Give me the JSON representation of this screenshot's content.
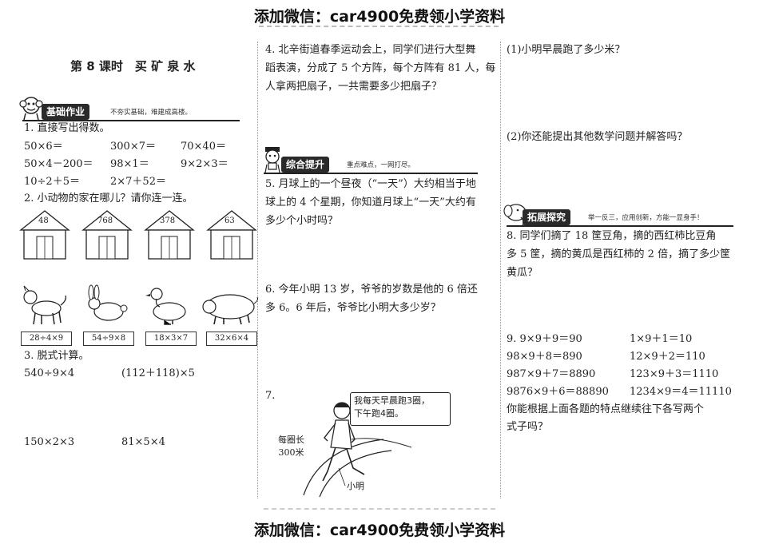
{
  "watermark": "添加微信：car4900免费领小学资料",
  "lesson_title": "第 8 课时　买 矿 泉 水",
  "sections": {
    "basic": {
      "badge": "基础作业",
      "note": "不夯实基础，难建成高楼。"
    },
    "comprehensive": {
      "badge": "综合提升",
      "note": "重点难点，一网打尽。"
    },
    "extension": {
      "badge": "拓展探究",
      "note": "举一反三，应用创新，方能一显身手！"
    }
  },
  "q1": {
    "title": "1. 直接写出得数。",
    "rows": [
      [
        "50×6＝",
        "300×7＝",
        "70×40＝"
      ],
      [
        "50×4－200＝",
        "98×1＝",
        "9×2×3＝"
      ],
      [
        "10÷2＋5＝",
        "2×7＋52＝",
        ""
      ]
    ]
  },
  "q2": {
    "title": "2. 小动物的家在哪儿？请你连一连。",
    "houses": [
      "48",
      "768",
      "378",
      "63"
    ],
    "animals": [
      {
        "name": "dog",
        "expr": "28÷4×9"
      },
      {
        "name": "rabbit",
        "expr": "54÷9×8"
      },
      {
        "name": "duck",
        "expr": "18×3×7"
      },
      {
        "name": "pig",
        "expr": "32×6×4"
      }
    ]
  },
  "q3": {
    "title": "3. 脱式计算。",
    "items": [
      "540÷9×4",
      "(112＋118)×5",
      "150×2×3",
      "81×5×4"
    ]
  },
  "q4": {
    "lines": [
      "4. 北辛街道春季运动会上，同学们进行大型舞",
      "蹈表演，分成了 5 个方阵，每个方阵有 81 人，每",
      "人拿两把扇子，一共需要多少把扇子？"
    ]
  },
  "q5": {
    "lines": [
      "5. 月球上的一个昼夜（“一天”）大约相当于地",
      "球上的 4 个星期，你知道月球上“一天”大约有",
      "多少个小时吗？"
    ]
  },
  "q6": {
    "lines": [
      "6. 今年小明 13 岁，爷爷的岁数是他的 6 倍还",
      "多 6。6 年后，爷爷比小明大多少岁？"
    ]
  },
  "q7": {
    "number": "7.",
    "speech": [
      "我每天早晨跑3圈，",
      "下午跑4圈。"
    ],
    "track_label": [
      "每圈长",
      "300米"
    ],
    "person": "小明"
  },
  "q7_sub": {
    "a": "(1)小明早晨跑了多少米？",
    "b": "(2)你还能提出其他数学问题并解答吗？"
  },
  "q8": {
    "lines": [
      "8. 同学们摘了 18 筐豆角，摘的西红柿比豆角",
      "多 5 筐，摘的黄瓜是西红柿的 2 倍，摘了多少筐",
      "黄瓜？"
    ]
  },
  "q9": {
    "rows": [
      [
        "9.  9×9＋9＝90",
        "1×9＋1＝10"
      ],
      [
        "98×9＋8＝890",
        "12×9＋2＝110"
      ],
      [
        "987×9＋7＝8890",
        "123×9＋3＝1110"
      ],
      [
        "9876×9＋6＝88890",
        "1234×9＝4＝11110"
      ]
    ],
    "question": [
      "你能根据上面各题的特点继续往下各写两个",
      "式子吗？"
    ]
  }
}
